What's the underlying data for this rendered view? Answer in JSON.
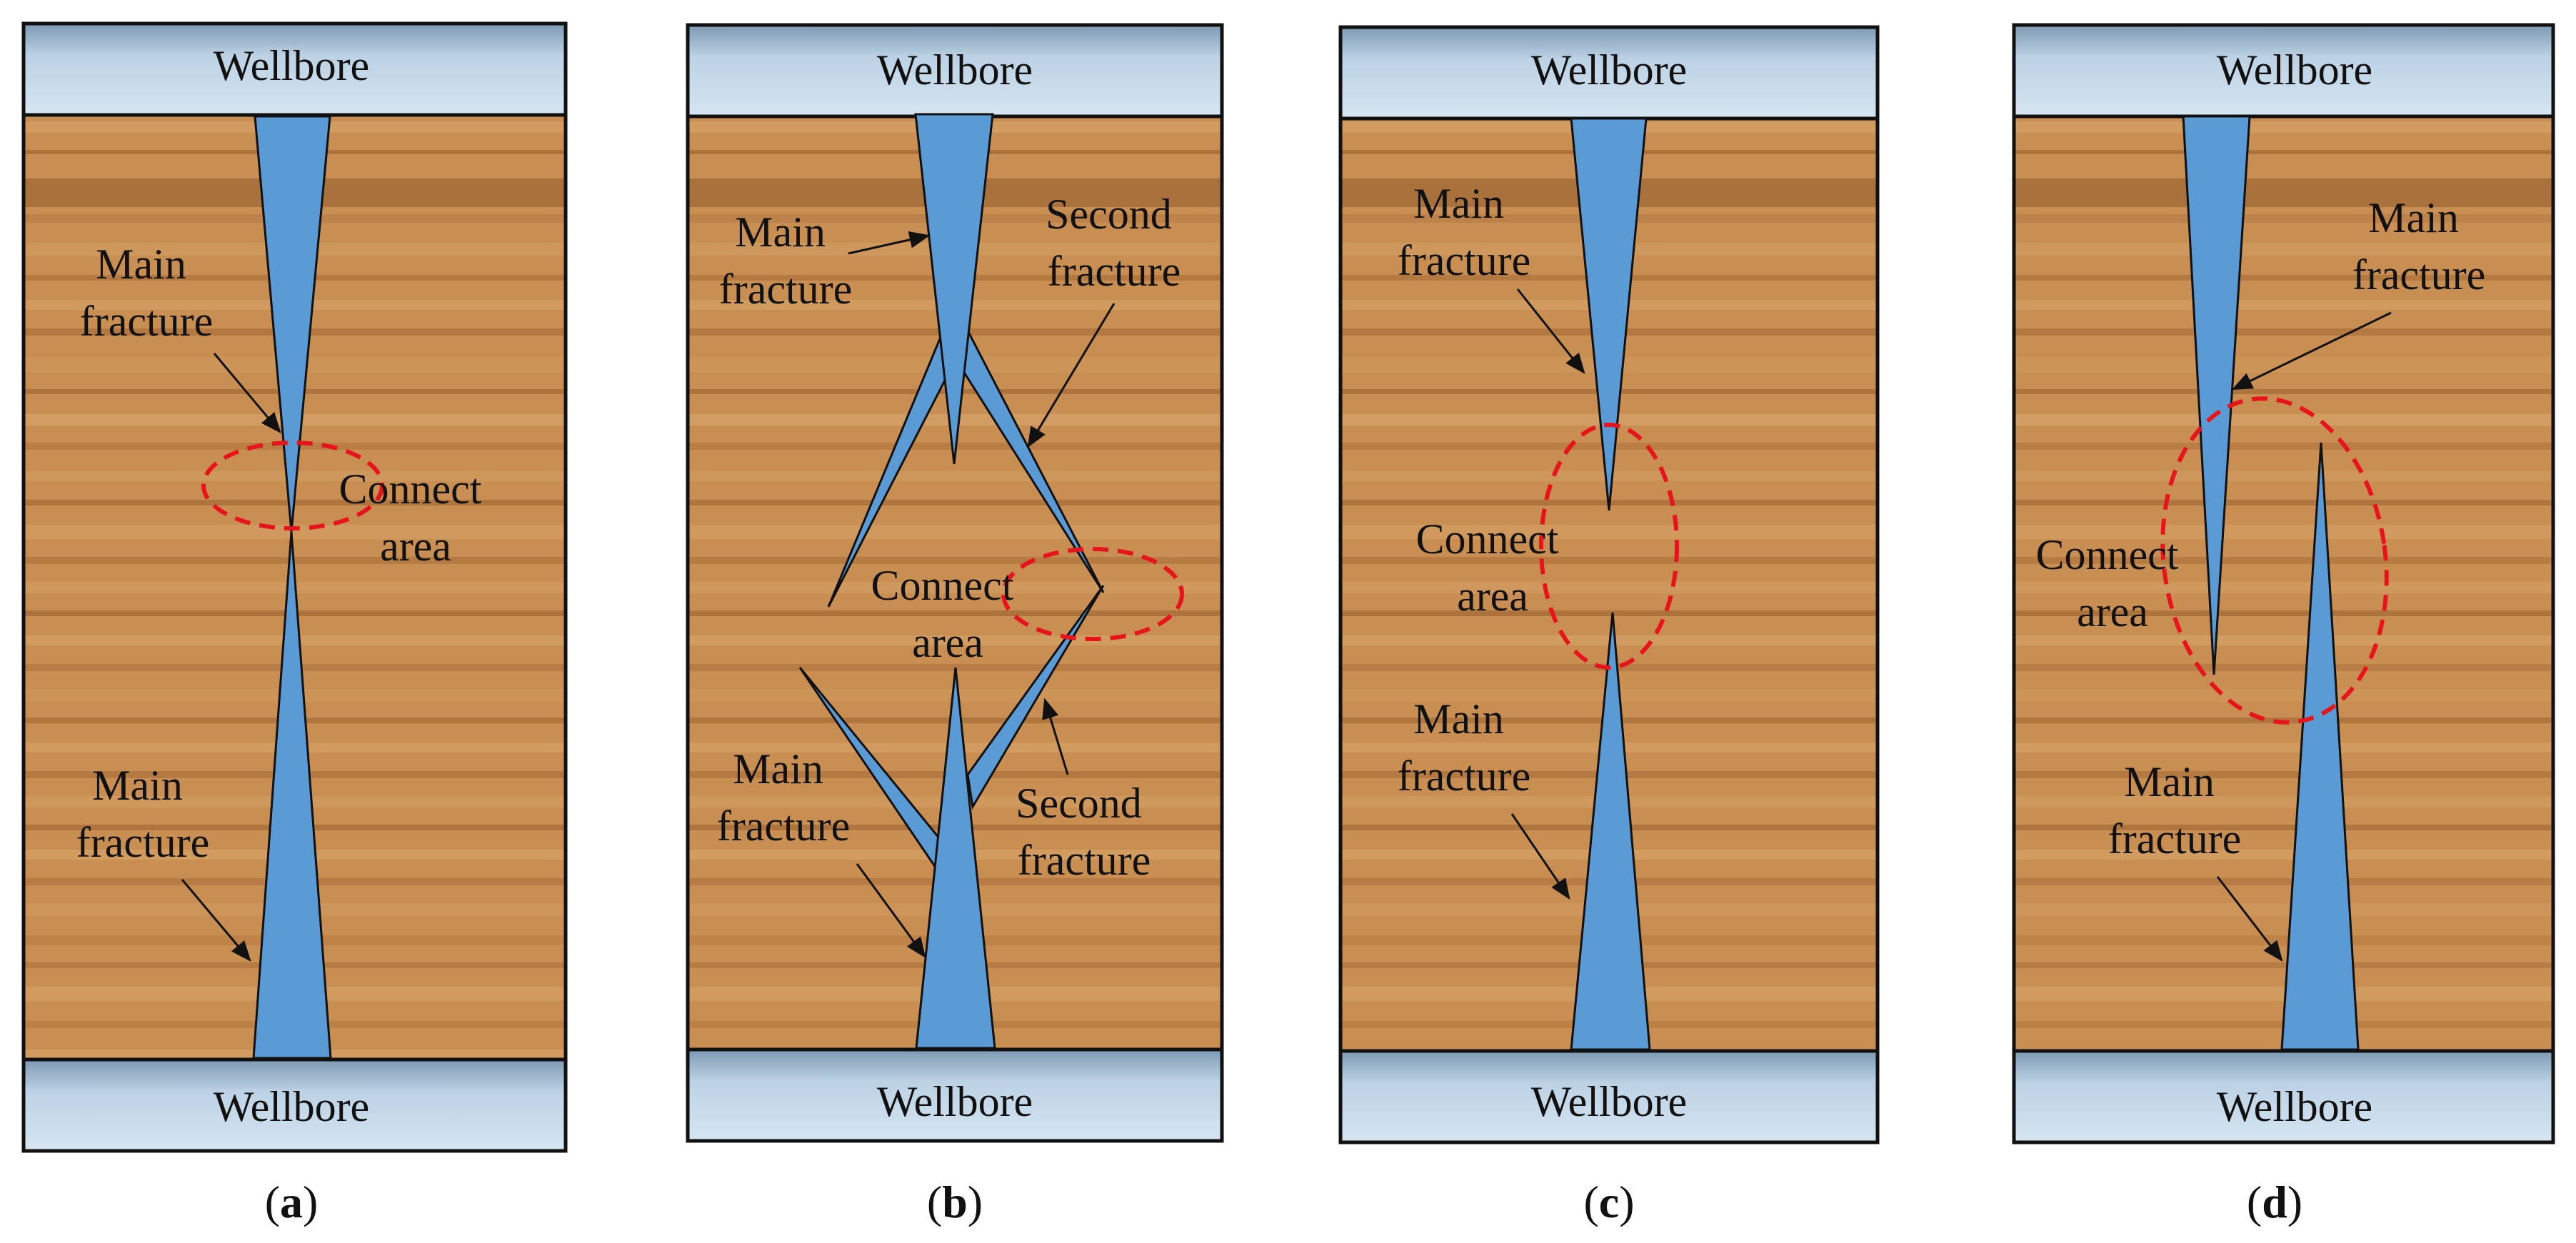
{
  "panels": [
    {
      "id": "a",
      "wellbore_top": "Wellbore",
      "wellbore_bottom": "Wellbore",
      "labels": {
        "main_fracture_top": [
          "Main",
          "fracture"
        ],
        "connect_area": [
          "Connect",
          "area"
        ],
        "main_fracture_bottom": [
          "Main",
          "fracture"
        ]
      },
      "caption": {
        "open": "(",
        "letter": "a",
        "close": ")"
      }
    },
    {
      "id": "b",
      "wellbore_top": "Wellbore",
      "wellbore_bottom": "Wellbore",
      "labels": {
        "main_fracture_top": [
          "Main",
          "fracture"
        ],
        "second_fracture_top": [
          "Second",
          "fracture"
        ],
        "connect_area": [
          "Connect",
          "area"
        ],
        "main_fracture_bottom": [
          "Main",
          "fracture"
        ],
        "second_fracture_bottom": [
          "Second",
          "fracture"
        ]
      },
      "caption": {
        "open": "(",
        "letter": "b",
        "close": ")"
      }
    },
    {
      "id": "c",
      "wellbore_top": "Wellbore",
      "wellbore_bottom": "Wellbore",
      "labels": {
        "main_fracture_top": [
          "Main",
          "fracture"
        ],
        "connect_area": [
          "Connect",
          "area"
        ],
        "main_fracture_bottom": [
          "Main",
          "fracture"
        ]
      },
      "caption": {
        "open": "(",
        "letter": "c",
        "close": ")"
      }
    },
    {
      "id": "d",
      "wellbore_top": "Wellbore",
      "wellbore_bottom": "Wellbore",
      "labels": {
        "main_fracture_top": [
          "Main",
          "fracture"
        ],
        "connect_area": [
          "Connect",
          "area"
        ],
        "main_fracture_bottom": [
          "Main",
          "fracture"
        ]
      },
      "caption": {
        "open": "(",
        "letter": "d",
        "close": ")"
      }
    }
  ],
  "colors": {
    "fracture_fill": "#5b9bd5",
    "wellbore_fill": "#a9c4d8",
    "connect_area_outline": "#e8141b",
    "rock_base": "#c48a4e"
  }
}
